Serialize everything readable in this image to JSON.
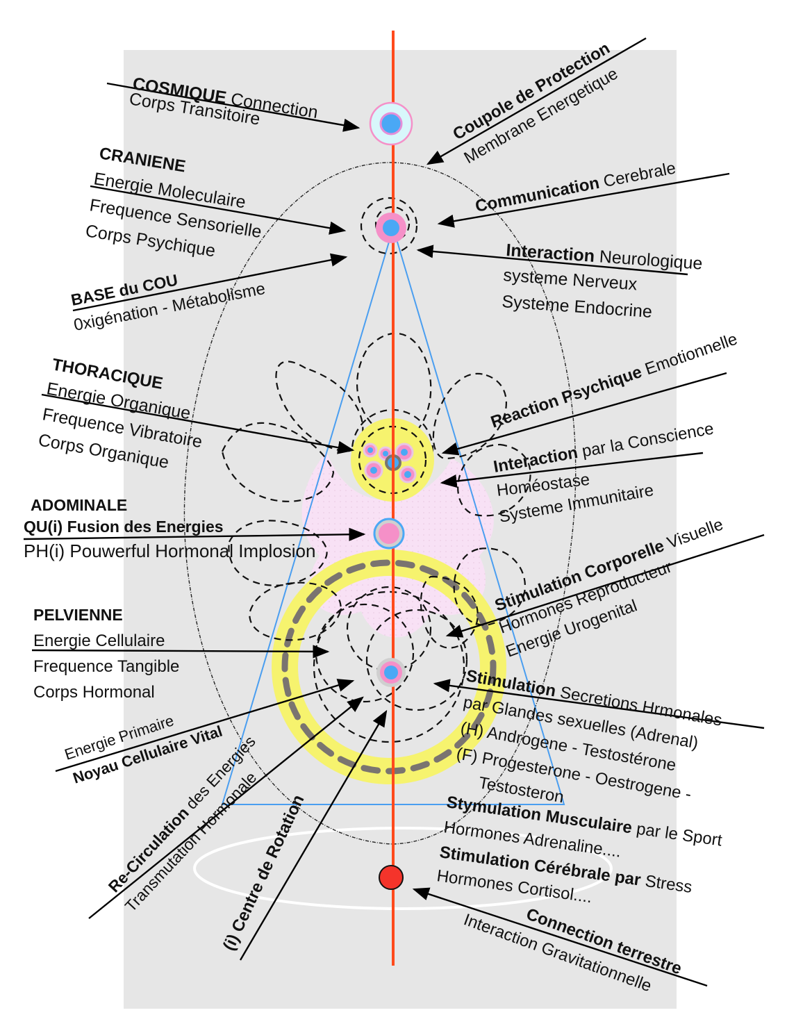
{
  "colors": {
    "axis": "#ff4a1c",
    "triangle": "#4a9ef0",
    "pink": "#f590c8",
    "blue": "#4aa8f5",
    "yellow": "#f6f36e",
    "lavender": "#f8e1f5",
    "grey_dash": "#7a7470",
    "ground_dot": "#f4342b",
    "panel": "#e6e6e6"
  },
  "labels": {
    "cosmique": {
      "bold": "COSMIQUE",
      "rest": " Connection",
      "line2": "Corps Transitoire"
    },
    "coupole": {
      "bold": "Coupole de Protection",
      "line2": "Membrane Energetique"
    },
    "craniene": {
      "title": "CRANIENE",
      "lines": [
        "Energie Moleculaire",
        "Frequence Sensorielle",
        "Corps Psychique"
      ]
    },
    "communication": {
      "bold": "Communication",
      "rest": " Cerebrale"
    },
    "interaction_neuro": {
      "bold": "Interaction",
      "rest": " Neurologique",
      "lines": [
        "systeme Nerveux",
        "Systeme Endocrine"
      ]
    },
    "base_cou": {
      "bold": "BASE du COU",
      "line2": "0xigénation - Métabolisme"
    },
    "thoracique": {
      "title": "THORACIQUE",
      "lines": [
        "Energie Organique",
        "Frequence Vibratoire",
        "Corps Organique"
      ]
    },
    "reaction": {
      "bold": "Reaction Psychique",
      "rest": " Emotionnelle"
    },
    "interaction_conscience": {
      "bold": "Interaction",
      "rest": " par la  Conscience",
      "lines": [
        "Homéostase",
        "Systeme Immunitaire"
      ]
    },
    "adominale": {
      "title": "ADOMINALE",
      "bold_line": "QU(i) Fusion des Energies",
      "line": "PH(i) Pouwerful Hormonal Implosion"
    },
    "stim_corporelle": {
      "bold": "Stimulation Corporelle",
      "rest": "  Visuelle",
      "lines": [
        "Hormones Reproducteur",
        "Energie Urogenital"
      ]
    },
    "pelvienne": {
      "title": "PELVIENNE",
      "lines": [
        "Energie Cellulaire",
        "Frequence Tangible",
        "Corps Hormonal"
      ]
    },
    "noyau": {
      "line1": "Energie Primaire",
      "bold": "Noyau Cellulaire Vital"
    },
    "stim_secretions": {
      "bold": "Stimulation",
      "rest": " Secretions Hrmonales",
      "lines": [
        "par Glandes sexuelles (Adrenal)",
        "(H) Androgene - Testostérone",
        "(F) Progesterone - Oestrogene -",
        "Testosteron"
      ]
    },
    "recirculation": {
      "bold": "Re-Circulation",
      "rest": " des  Energies",
      "line2": "Transmutation  Hormonale"
    },
    "centre_rotation": {
      "bold": "(i)  Centre de Rotation"
    },
    "stym_musculaire": {
      "bold": "Stymulation Musculaire",
      "rest": " par  le Sport",
      "line2": "Hormones Adrenaline...."
    },
    "stim_cerebrale": {
      "bold": "Stimulation Cérébrale par",
      "rest": " Stress",
      "line2": "Hormones Cortisol...."
    },
    "connection_terrestre": {
      "bold": "Connection terrestre",
      "line2": "Interaction Gravitationnelle"
    }
  }
}
